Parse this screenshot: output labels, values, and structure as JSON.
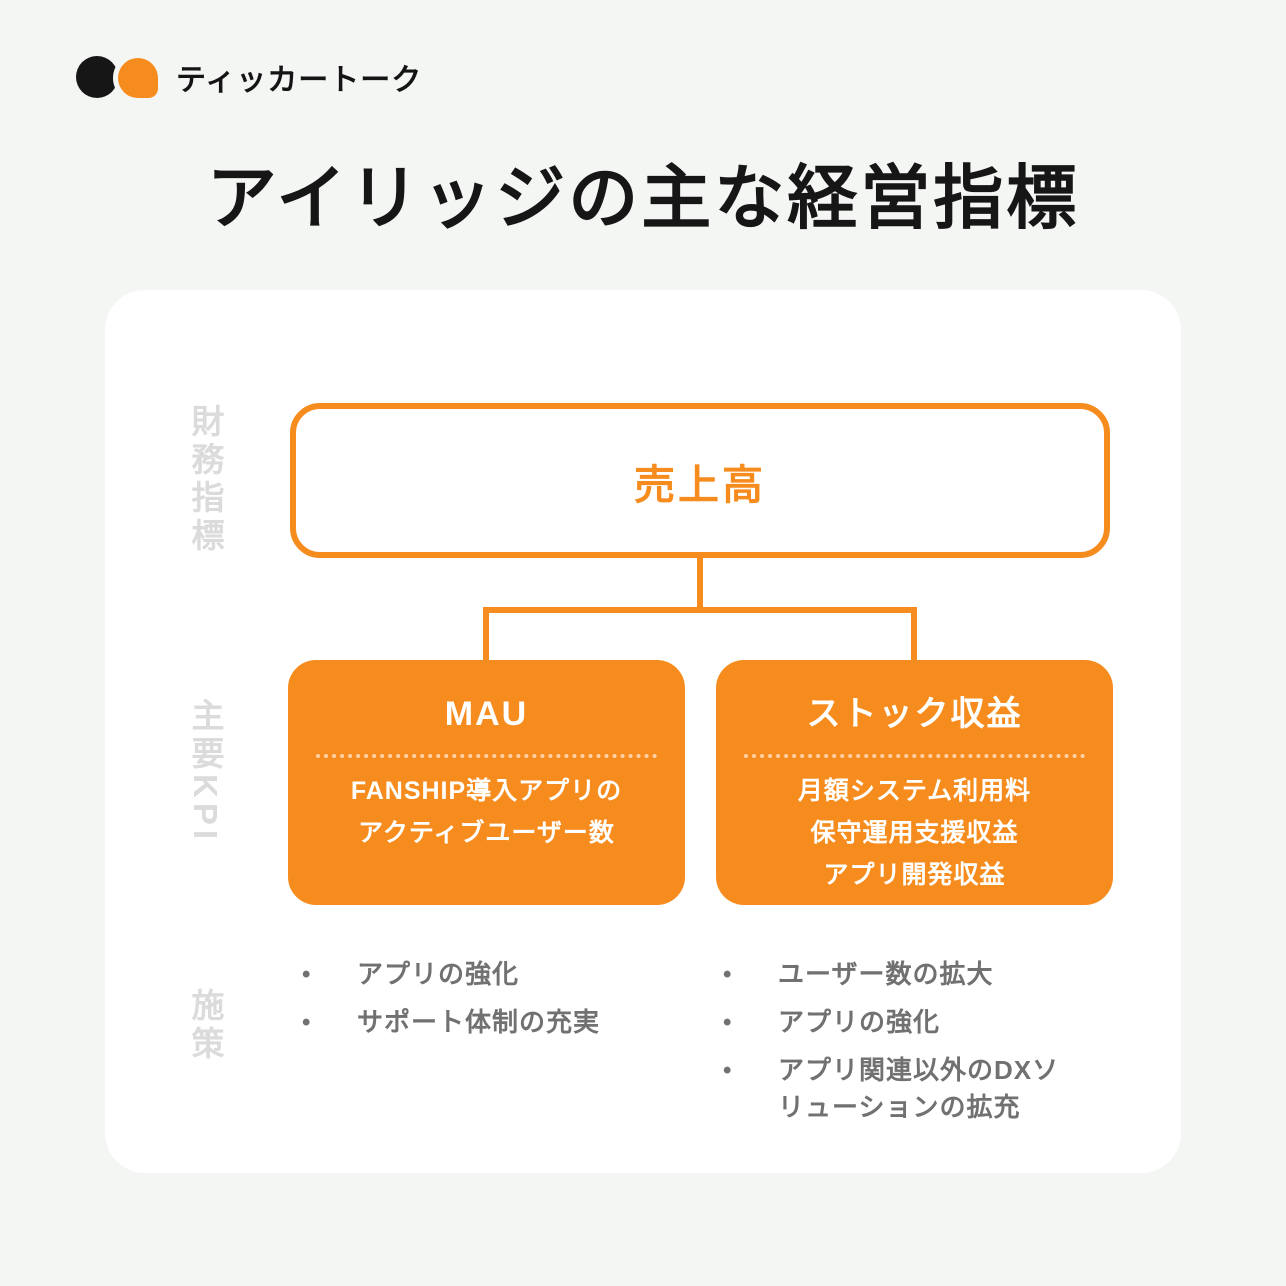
{
  "brand": {
    "name": "ティッカートーク"
  },
  "page_title": "アイリッジの主な経営指標",
  "colors": {
    "background": "#F4F6F4",
    "card": "#FFFFFF",
    "accent_orange": "#F78C1E",
    "row_label_gray": "#DBDBDB",
    "body_text_gray": "#717171",
    "ink_black": "#161616"
  },
  "diagram": {
    "row_labels": [
      {
        "label": "財務指標"
      },
      {
        "label": "主要KPI"
      },
      {
        "label": "施策"
      }
    ],
    "root_box": {
      "title": "売上高"
    },
    "kpi_boxes": [
      {
        "title": "MAU",
        "description_lines": [
          "FANSHIP導入アプリの",
          "アクティブユーザー数"
        ]
      },
      {
        "title": "ストック収益",
        "description_lines": [
          "月額システム利用料",
          "保守運用支援収益",
          "アプリ開発収益"
        ]
      }
    ],
    "measure_lists": [
      {
        "bullet": "•",
        "items": [
          "アプリの強化",
          "サポート体制の充実"
        ]
      },
      {
        "bullet": "•",
        "items": [
          "ユーザー数の拡大",
          "アプリの強化",
          "アプリ関連以外のDXソリューションの拡充"
        ]
      }
    ]
  }
}
